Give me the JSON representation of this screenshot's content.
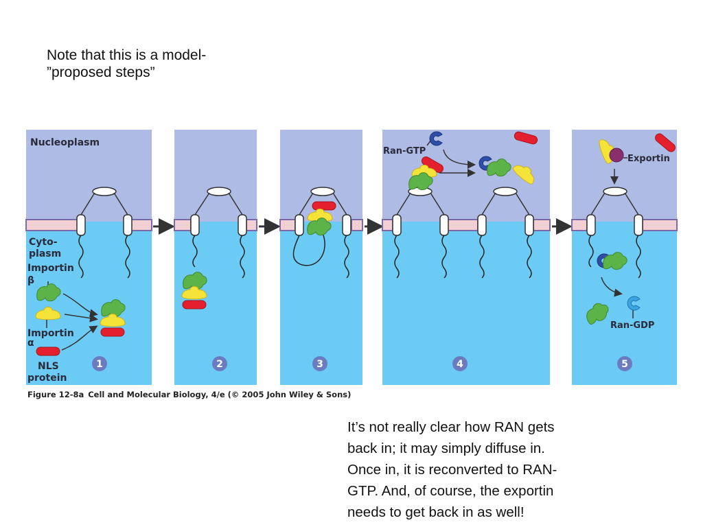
{
  "note": {
    "line1": "Note that this is a model-",
    "line2": "”proposed steps”"
  },
  "diagram": {
    "nucleoplasm_label": "Nucleoplasm",
    "cytoplasm_label_1": "Cyto-",
    "cytoplasm_label_2": "plasm",
    "importin_beta_label": "Importin",
    "beta_symbol": "β",
    "importin_alpha_label": "Importin",
    "alpha_symbol": "α",
    "nls_label_1": "NLS",
    "nls_label_2": "protein",
    "ran_gtp_label": "Ran-GTP",
    "exportin_label": "Exportin",
    "ran_gdp_label": "Ran-GDP",
    "steps": [
      "1",
      "2",
      "3",
      "4",
      "5"
    ],
    "caption_fig": "Figure 12-8a",
    "caption_text": "Cell and Molecular Biology, 4/e (© 2005 John Wiley & Sons)",
    "colors": {
      "nucleoplasm": "#aebbe4",
      "cytoplasm": "#6ccbf5",
      "membrane": "#f2cfd3",
      "membrane_edge": "#7b6aa8",
      "step_badge": "#6b7bbf",
      "importin_beta": "#5cb347",
      "importin_alpha": "#f6e33a",
      "nls_protein": "#e5202e",
      "ran_gtp": "#2f4ea8",
      "ran_gdp": "#3aa3e0",
      "exportin": "#8a2f6e"
    }
  },
  "explanation": {
    "lines": [
      "It’s not really clear how RAN gets",
      "back in; it may simply diffuse in.",
      "Once in, it is reconverted to RAN-",
      "GTP. And, of course, the exportin",
      "needs to get back in as well!"
    ]
  }
}
